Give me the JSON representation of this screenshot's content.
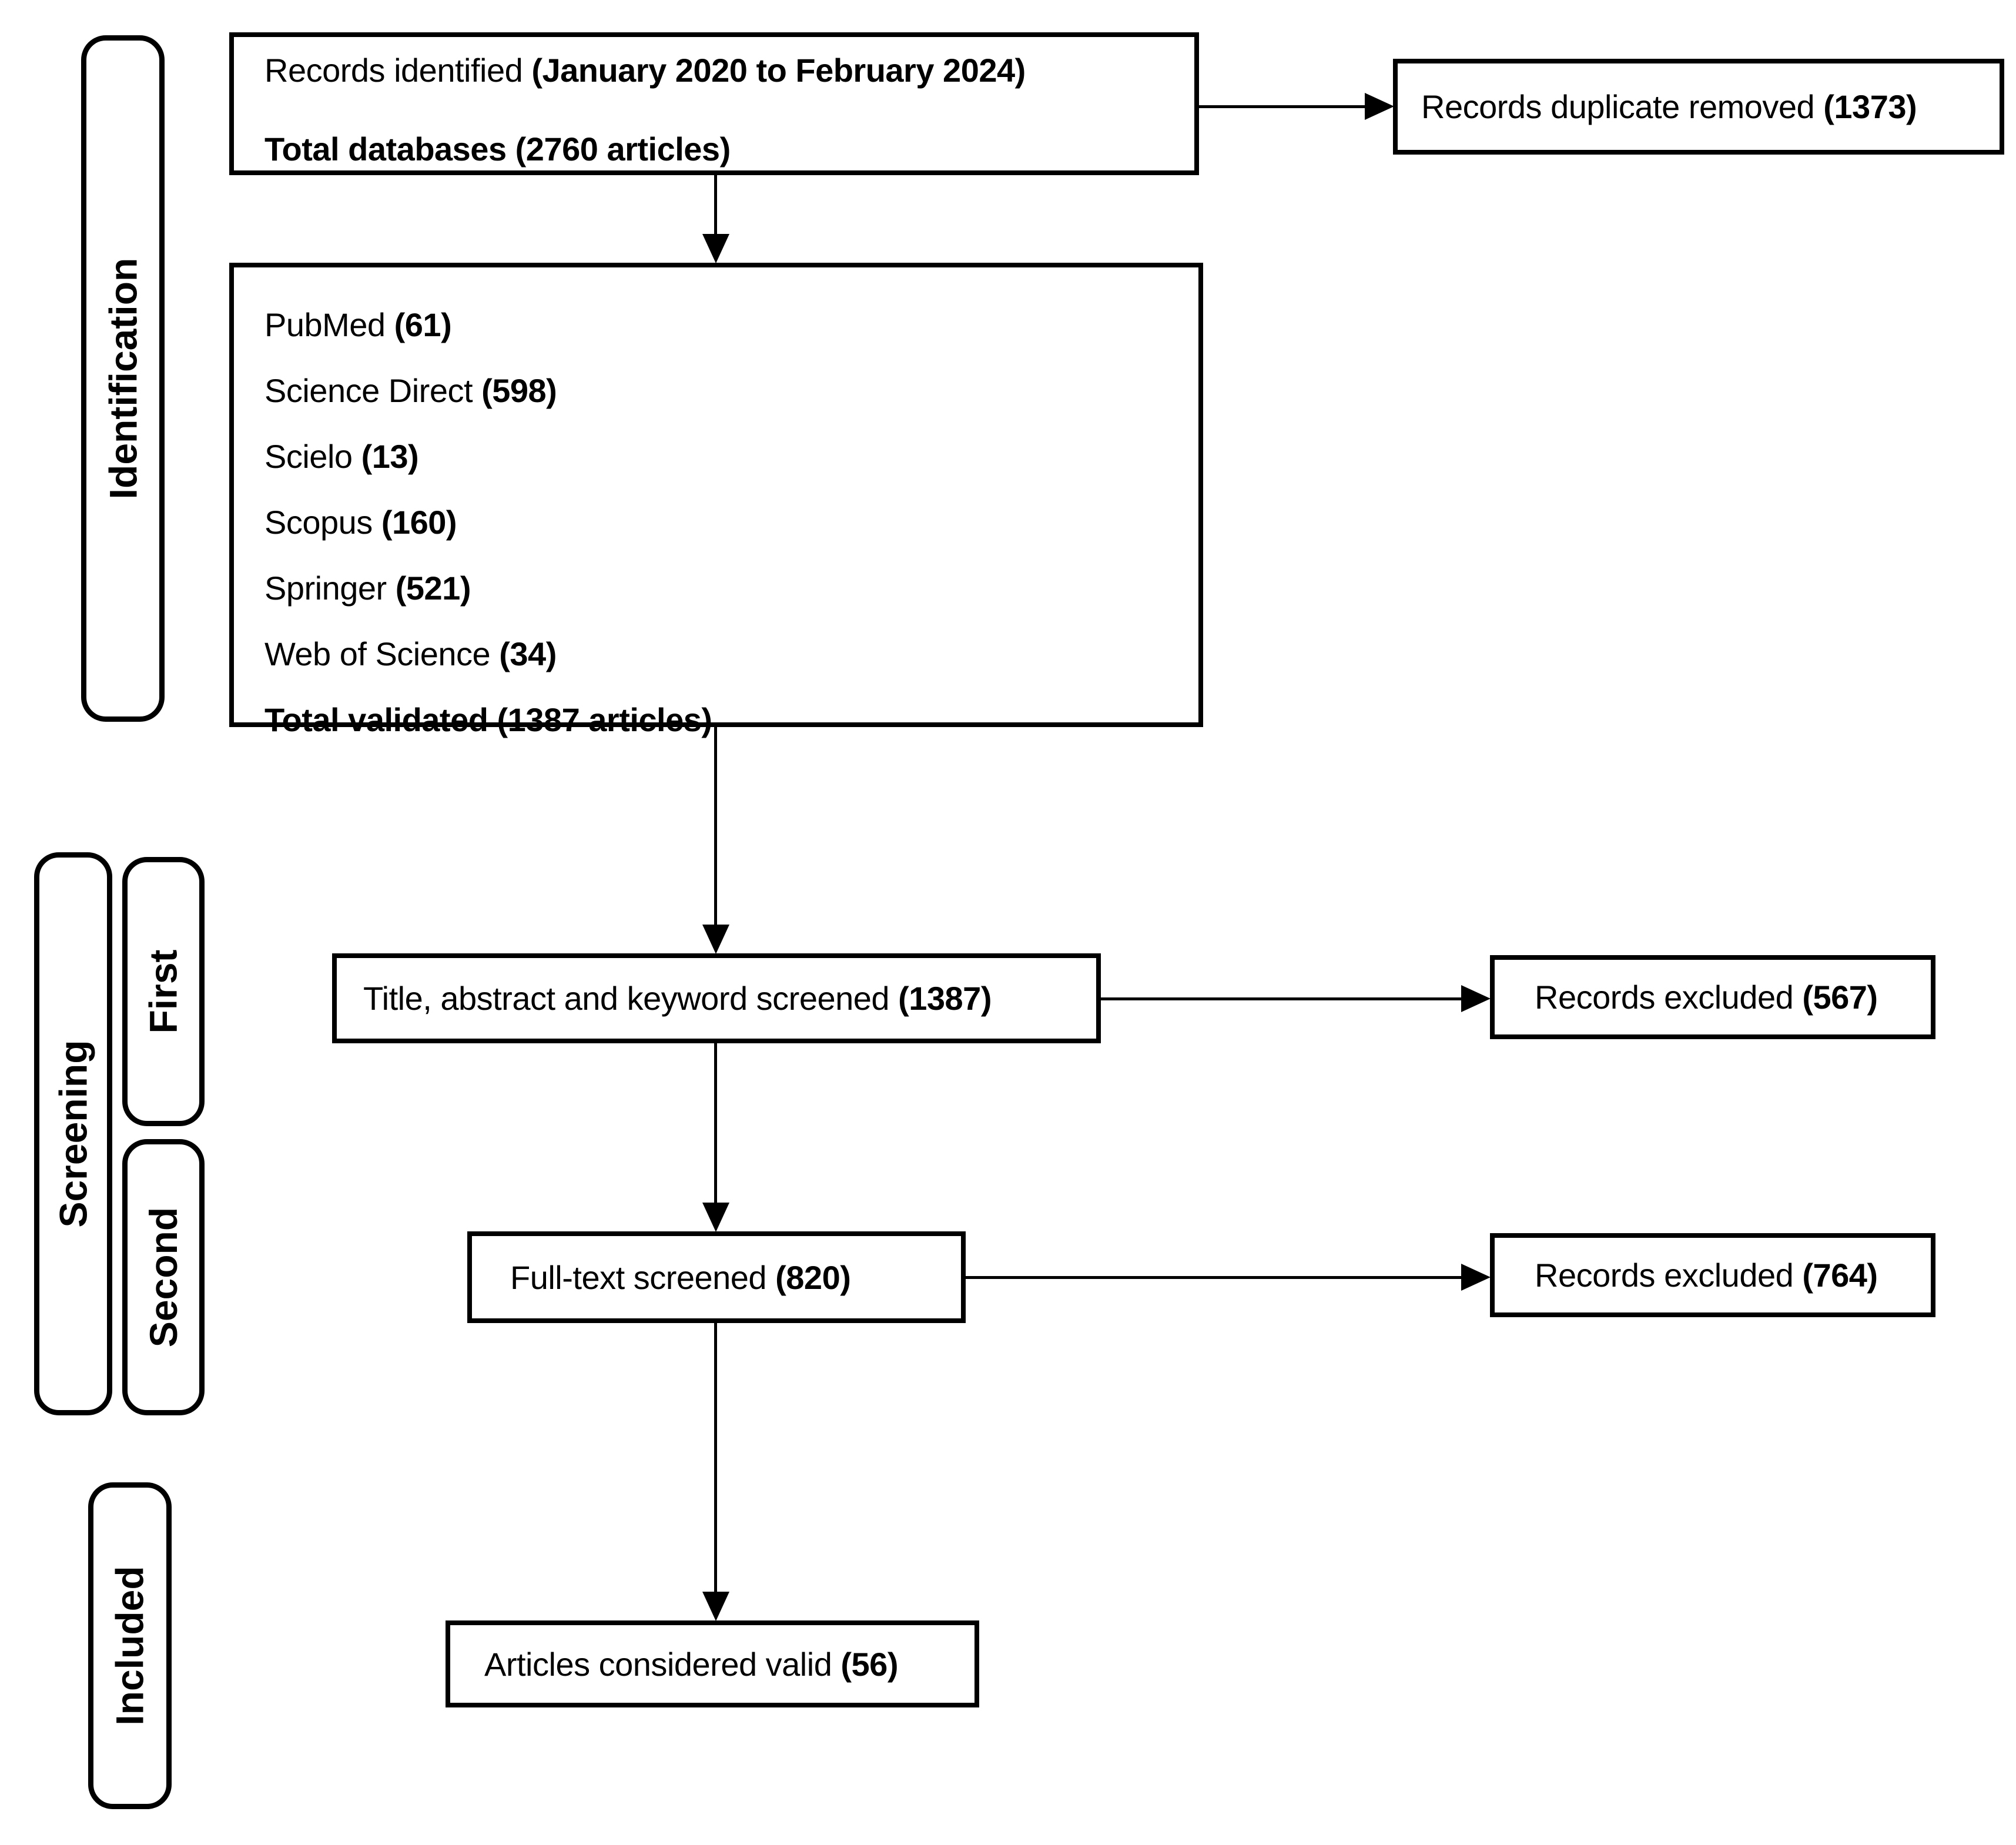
{
  "diagram": {
    "sidebar": {
      "identification": "Identification",
      "screening": "Screening",
      "first": "First",
      "second": "Second",
      "included": "Included"
    },
    "boxes": {
      "records_identified": {
        "line1_regular": "Records identified ",
        "line1_bold": "(January 2020 to February 2024)",
        "line2_bold": "Total databases (2760 articles)"
      },
      "duplicates_removed": {
        "regular": "Records duplicate removed ",
        "bold": "(1373)"
      },
      "databases": {
        "items": [
          {
            "name": "PubMed ",
            "count": "(61)"
          },
          {
            "name": "Science Direct ",
            "count": "(598)"
          },
          {
            "name": "Scielo ",
            "count": "(13)"
          },
          {
            "name": "Scopus ",
            "count": "(160)"
          },
          {
            "name": "Springer ",
            "count": "(521)"
          },
          {
            "name": "Web of Science ",
            "count": "(34)"
          }
        ],
        "total_bold": "Total validated (1387 articles)"
      },
      "title_screened": {
        "regular": "Title, abstract and keyword screened ",
        "bold": "(1387)"
      },
      "records_excluded_first": {
        "regular": "Records excluded ",
        "bold": "(567)"
      },
      "fulltext_screened": {
        "regular": "Full-text screened ",
        "bold": "(820)"
      },
      "records_excluded_second": {
        "regular": "Records excluded ",
        "bold": "(764)"
      },
      "articles_valid": {
        "regular": "Articles considered valid ",
        "bold": "(56)"
      }
    }
  }
}
